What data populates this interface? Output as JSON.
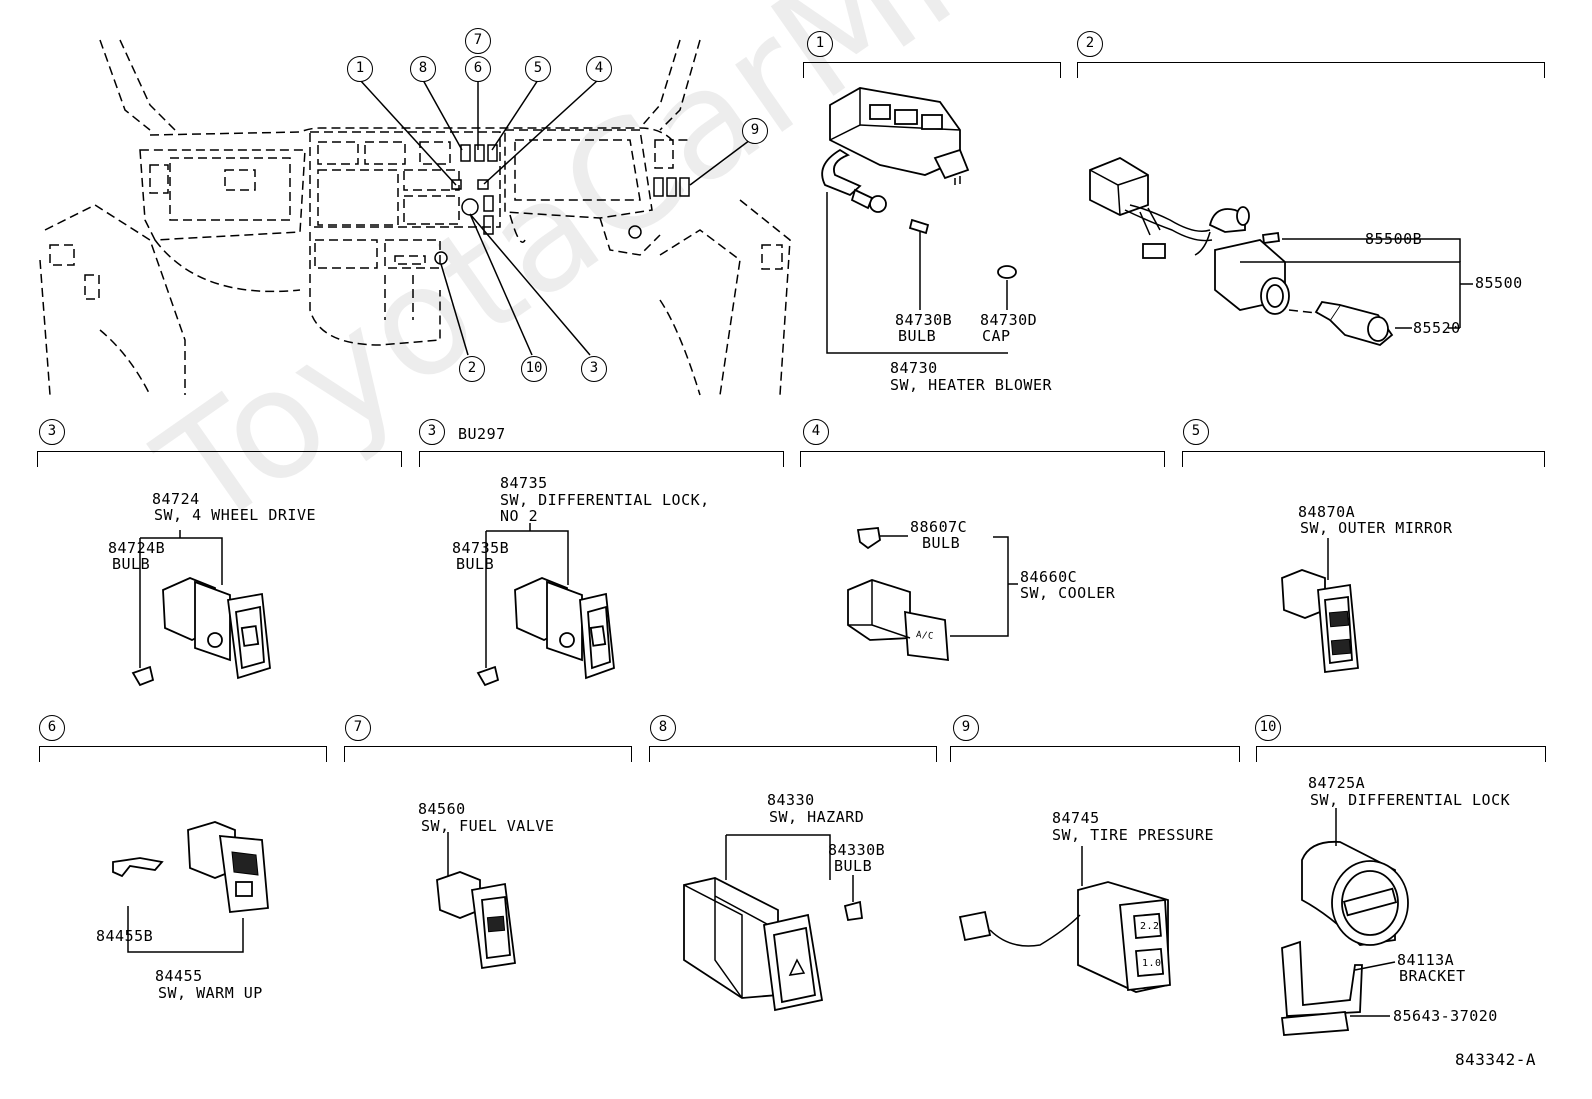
{
  "watermark": "ToyotaCarMine.ru",
  "drawing_id": "843342-A",
  "overview": {
    "callouts": [
      "1",
      "8",
      "7",
      "6",
      "5",
      "4",
      "9",
      "2",
      "10",
      "3"
    ]
  },
  "sections": {
    "s1": {
      "num": "1",
      "parts": [
        {
          "code": "84730B",
          "name": "BULB"
        },
        {
          "code": "84730D",
          "name": "CAP"
        },
        {
          "code": "84730",
          "name": "SW, HEATER BLOWER"
        }
      ]
    },
    "s2": {
      "num": "2",
      "parts": [
        {
          "code": "85500B"
        },
        {
          "code": "85500"
        },
        {
          "code": "85520"
        }
      ]
    },
    "s3a": {
      "num": "3",
      "parts": [
        {
          "code": "84724",
          "name": "SW, 4 WHEEL DRIVE"
        },
        {
          "code": "84724B",
          "name": "BULB"
        }
      ]
    },
    "s3b": {
      "num": "3",
      "note": "BU297",
      "parts": [
        {
          "code": "84735",
          "name": "SW, DIFFERENTIAL LOCK,",
          "name2": "NO 2"
        },
        {
          "code": "84735B",
          "name": "BULB"
        }
      ]
    },
    "s4": {
      "num": "4",
      "parts": [
        {
          "code": "88607C",
          "name": "BULB"
        },
        {
          "code": "84660C",
          "name": "SW, COOLER"
        }
      ],
      "switch_text": "A/C"
    },
    "s5": {
      "num": "5",
      "parts": [
        {
          "code": "84870A",
          "name": "SW, OUTER MIRROR"
        }
      ]
    },
    "s6": {
      "num": "6",
      "parts": [
        {
          "code": "84455B"
        },
        {
          "code": "84455",
          "name": "SW, WARM UP"
        }
      ]
    },
    "s7": {
      "num": "7",
      "parts": [
        {
          "code": "84560",
          "name": "SW, FUEL VALVE"
        }
      ]
    },
    "s8": {
      "num": "8",
      "parts": [
        {
          "code": "84330",
          "name": "SW, HAZARD"
        },
        {
          "code": "84330B",
          "name": "BULB"
        }
      ]
    },
    "s9": {
      "num": "9",
      "parts": [
        {
          "code": "84745",
          "name": "SW, TIRE PRESSURE"
        }
      ],
      "switch_text": [
        "2.2",
        "1.0"
      ]
    },
    "s10": {
      "num": "10",
      "parts": [
        {
          "code": "84725A",
          "name": "SW, DIFFERENTIAL LOCK"
        },
        {
          "code": "84113A",
          "name": "BRACKET"
        },
        {
          "code": "85643-37020"
        }
      ]
    }
  }
}
